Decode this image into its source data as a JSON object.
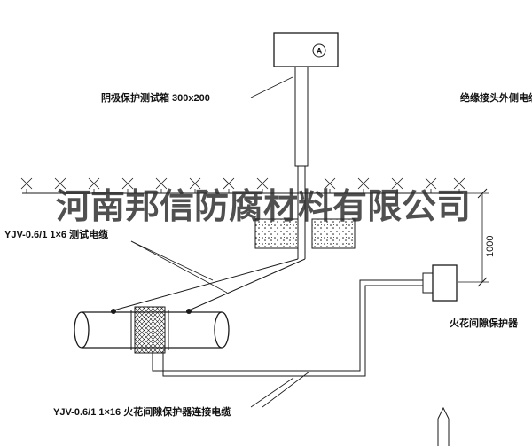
{
  "drawing": {
    "watermark": "河南邦信防腐材料有限公司",
    "meter_symbol": "A",
    "labels": {
      "test_box": "阴极保护测试箱 300x200",
      "outer_cable": "绝缘接头外侧电缆",
      "test_cable": "YJV-0.6/1 1×6  测试电缆",
      "spark_gap_protector": "火花间隙保护器",
      "connection_cable": "YJV-0.6/1 1×16  火花间隙保护器连接电缆",
      "dimension_1000": "1000"
    },
    "colors": {
      "line": "#1a1a1a",
      "watermark": "#2a2a2a",
      "background": "#ffffff"
    }
  }
}
